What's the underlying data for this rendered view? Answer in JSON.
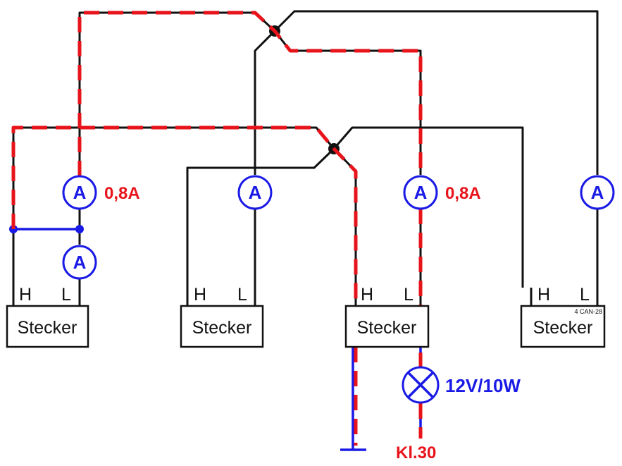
{
  "colors": {
    "wire": "#111111",
    "fault": "#e8141b",
    "meter": "#1a1ae6",
    "label_red": "#e8141b",
    "label_blue": "#1a1ae6"
  },
  "connectors": [
    {
      "label": "Stecker",
      "h": "H",
      "l": "L",
      "tag": ""
    },
    {
      "label": "Stecker",
      "h": "H",
      "l": "L",
      "tag": ""
    },
    {
      "label": "Stecker",
      "h": "H",
      "l": "L",
      "tag": ""
    },
    {
      "label": "Stecker",
      "h": "H",
      "l": "L",
      "tag": "4 CAN-28"
    }
  ],
  "meters": [
    {
      "symbol": "A"
    },
    {
      "symbol": "A"
    },
    {
      "symbol": "A"
    },
    {
      "symbol": "A"
    },
    {
      "symbol": "A"
    }
  ],
  "current_label_1": "0,8A",
  "current_label_2": "0,8A",
  "lamp": {
    "icon": "lamp-icon",
    "label": "12V/10W"
  },
  "terminal_label": "Kl.30",
  "ground": {
    "icon": "ground-icon"
  }
}
